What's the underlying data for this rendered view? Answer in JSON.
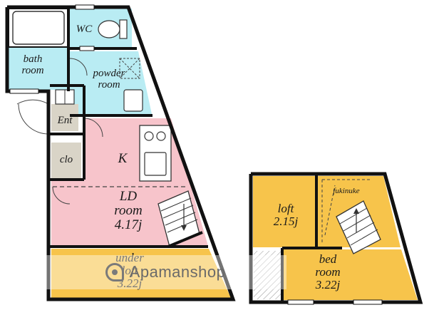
{
  "floorplan": {
    "colors": {
      "wall": "#111111",
      "wet": "#b9ecf3",
      "kitchen": "#f7c4cb",
      "loft": "#f7c44b",
      "closet": "#d9d4c7",
      "floor": "#ffffff"
    },
    "rooms": {
      "wc": "WC",
      "bath": [
        "bath",
        "room"
      ],
      "powder": [
        "powder",
        "room"
      ],
      "entrance": "Ent",
      "closet": "clo",
      "kitchen": "K",
      "living": [
        "LD",
        "room",
        "4.17j"
      ],
      "under_loft": [
        "under",
        "loft",
        "3.22j"
      ],
      "loft": [
        "loft",
        "2.15j"
      ],
      "fukinuke": "fukinuke",
      "bedroom": [
        "bed",
        "room",
        "3.22j"
      ]
    },
    "watermark": "Apamanshop"
  }
}
